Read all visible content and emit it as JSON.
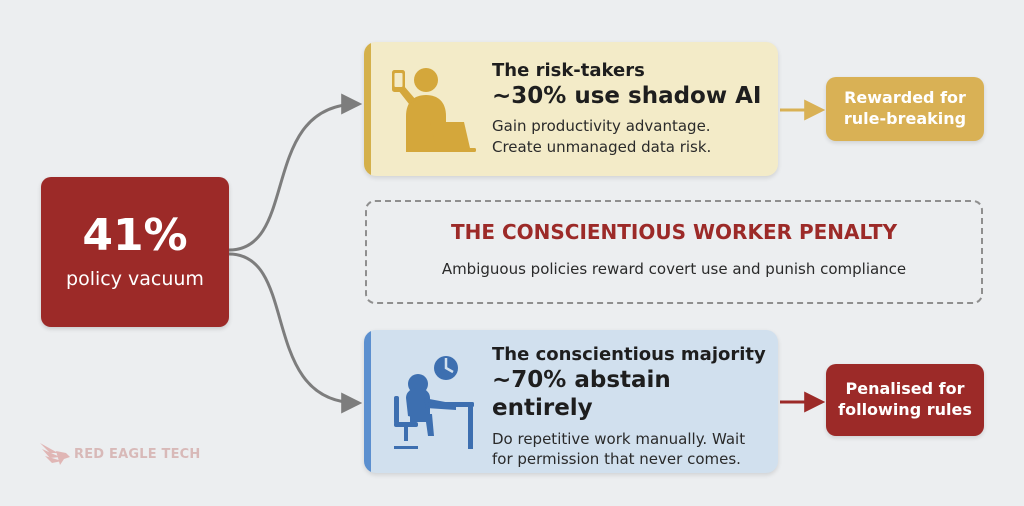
{
  "source": {
    "percentage": "41%",
    "label": "policy vacuum"
  },
  "top_card": {
    "heading": "The risk-takers",
    "stat": "~30% use shadow AI",
    "desc_line1": "Gain productivity advantage.",
    "desc_line2": "Create unmanaged data risk.",
    "icon": "person-phone-laptop-icon",
    "accent_color": "#d4b04a"
  },
  "penalty": {
    "title": "THE CONSCIENTIOUS WORKER PENALTY",
    "subtitle": "Ambiguous policies reward covert use and punish compliance",
    "title_color": "#9c2a28"
  },
  "bottom_card": {
    "heading": "The conscientious majority",
    "stat": "~70% abstain entirely",
    "desc_line1": "Do repetitive work manually. Wait",
    "desc_line2": "for permission that never comes.",
    "icon": "person-desk-clock-icon",
    "accent_color": "#5b8fcf"
  },
  "outcomes": {
    "reward_line1": "Rewarded for",
    "reward_line2": "rule-breaking",
    "penalty_line1": "Penalised for",
    "penalty_line2": "following rules",
    "reward_color": "#d9b155",
    "penalty_color": "#9c2a28"
  },
  "brand": {
    "name": "RED EAGLE TECH",
    "icon": "eagle-logo-icon"
  }
}
